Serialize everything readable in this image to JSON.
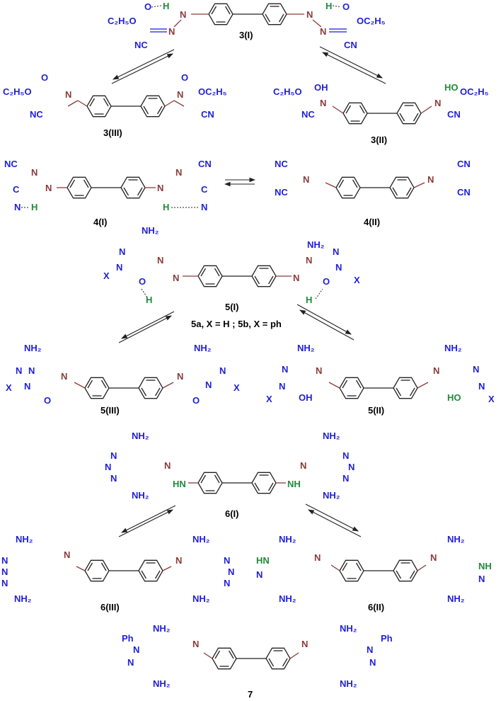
{
  "labels": {
    "c3_1": "3(I)",
    "c3_2": "3(II)",
    "c3_3": "3(III)",
    "c4_1": "4(I)",
    "c4_2": "4(II)",
    "c5_1": "5(I)",
    "c5_2": "5(II)",
    "c5_3": "5(III)",
    "c5_note": "5a, X = H ; 5b, X = ph",
    "c6_1": "6(I)",
    "c6_2": "6(II)",
    "c6_3": "6(III)",
    "c7": "7"
  },
  "atoms": {
    "etoco": "C₂H₅O",
    "ococ": "OC₂H₅",
    "o": "O",
    "oh": "OH",
    "ho": "HO",
    "nc": "NC",
    "cn": "CN",
    "n": "N",
    "h": "H",
    "nh": "NH",
    "hn": "HN",
    "c": "C",
    "nh2": "NH₂",
    "x": "X",
    "ph": "Ph"
  },
  "colors": {
    "blue": "#1f1fd6",
    "azo": "#8b3a3a",
    "hydrogen": "#1f8a3a",
    "bond": "#222222"
  }
}
